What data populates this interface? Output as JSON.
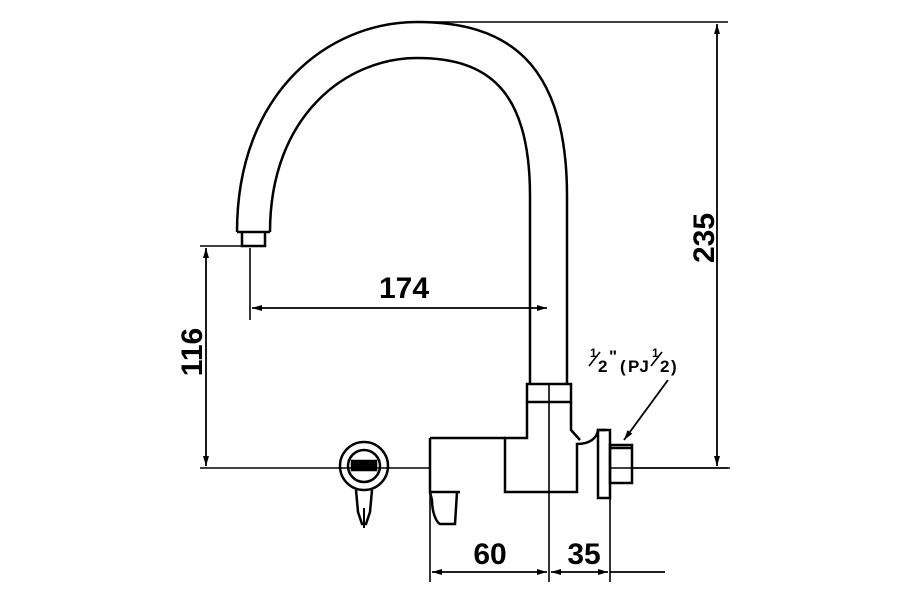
{
  "dimensions": {
    "total_height": "235",
    "spout_reach": "174",
    "outlet_height": "116",
    "body_depth": "60",
    "inlet_depth": "35"
  },
  "thread_spec": {
    "part1_num": "1",
    "part1_den": "2",
    "inch_mark": "\"",
    "paren_open": "(",
    "type": "PJ",
    "part2_num": "1",
    "part2_den": "2",
    "paren_close": ")"
  }
}
